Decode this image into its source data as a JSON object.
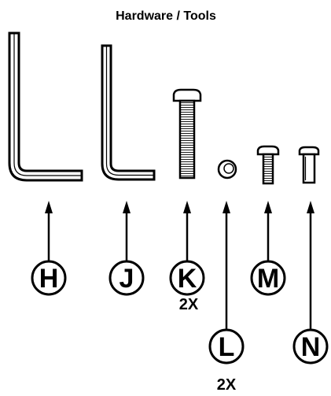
{
  "title": "Hardware / Tools",
  "parts": {
    "H": {
      "letter": "H",
      "qty": ""
    },
    "J": {
      "letter": "J",
      "qty": ""
    },
    "K": {
      "letter": "K",
      "qty": "2X"
    },
    "L": {
      "letter": "L",
      "qty": "2X"
    },
    "M": {
      "letter": "M",
      "qty": ""
    },
    "N": {
      "letter": "N",
      "qty": ""
    }
  },
  "colors": {
    "ink": "#000000",
    "background": "#ffffff"
  }
}
